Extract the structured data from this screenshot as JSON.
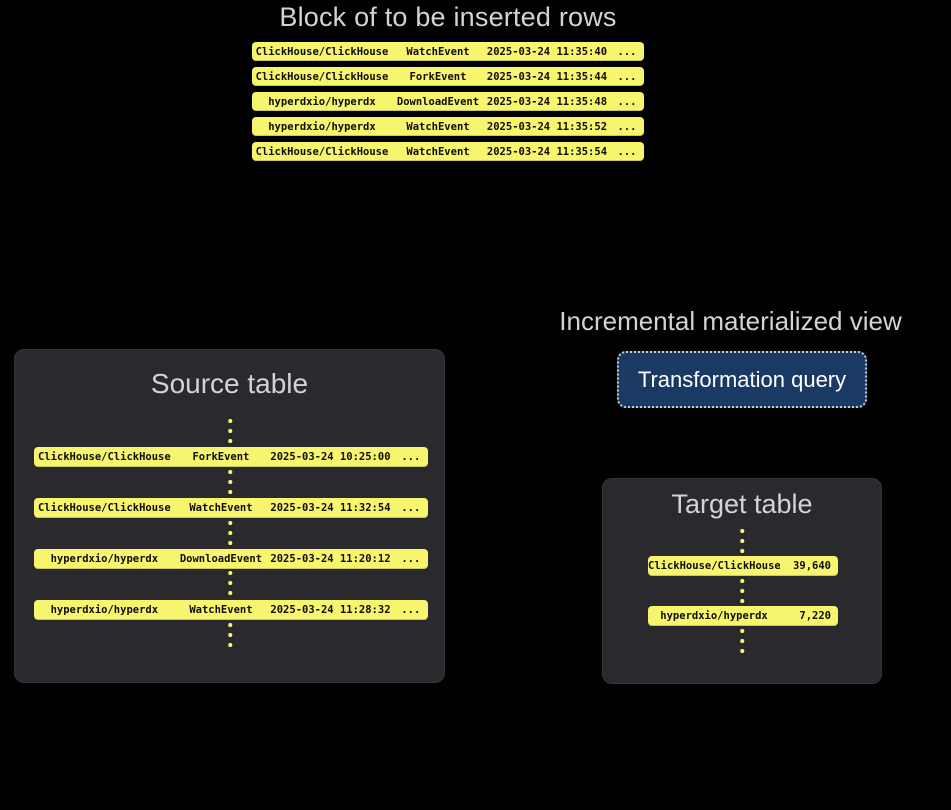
{
  "colors": {
    "background": "#010101",
    "row_yellow": "#f7f46e",
    "panel_background": "#2a2a2e",
    "title_gray": "#d2d3d5",
    "query_node_blue": "#1b3a63",
    "query_node_border": "#c6cdd6",
    "row_text": "#0d0d0d"
  },
  "insert_block": {
    "title": "Block of to be inserted rows",
    "rows": [
      {
        "repo": "ClickHouse/ClickHouse",
        "event": "WatchEvent",
        "time": "2025-03-24 11:35:40",
        "more": "..."
      },
      {
        "repo": "ClickHouse/ClickHouse",
        "event": "ForkEvent",
        "time": "2025-03-24 11:35:44",
        "more": "..."
      },
      {
        "repo": "hyperdxio/hyperdx",
        "event": "DownloadEvent",
        "time": "2025-03-24 11:35:48",
        "more": "..."
      },
      {
        "repo": "hyperdxio/hyperdx",
        "event": "WatchEvent",
        "time": "2025-03-24 11:35:52",
        "more": "..."
      },
      {
        "repo": "ClickHouse/ClickHouse",
        "event": "WatchEvent",
        "time": "2025-03-24 11:35:54",
        "more": "..."
      }
    ]
  },
  "materialized_view": {
    "title": "Incremental materialized view",
    "query_label": "Transformation query"
  },
  "source_table": {
    "title": "Source table",
    "rows": [
      {
        "repo": "ClickHouse/ClickHouse",
        "event": "ForkEvent",
        "time": "2025-03-24 10:25:00",
        "more": "..."
      },
      {
        "repo": "ClickHouse/ClickHouse",
        "event": "WatchEvent",
        "time": "2025-03-24 11:32:54",
        "more": "..."
      },
      {
        "repo": "hyperdxio/hyperdx",
        "event": "DownloadEvent",
        "time": "2025-03-24 11:20:12",
        "more": "..."
      },
      {
        "repo": "hyperdxio/hyperdx",
        "event": "WatchEvent",
        "time": "2025-03-24 11:28:32",
        "more": "..."
      }
    ]
  },
  "target_table": {
    "title": "Target table",
    "rows": [
      {
        "repo": "ClickHouse/ClickHouse",
        "count": "39,640"
      },
      {
        "repo": "hyperdxio/hyperdx",
        "count": "7,220"
      }
    ]
  }
}
